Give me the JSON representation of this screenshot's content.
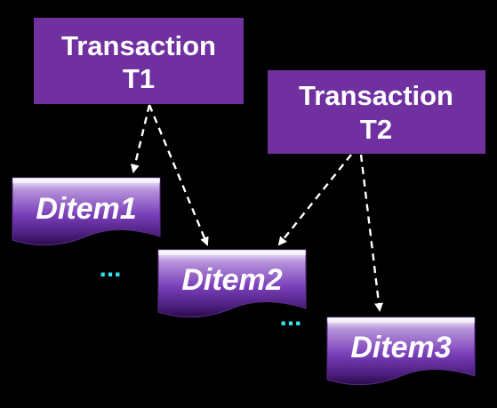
{
  "colors": {
    "background": "#000000",
    "transaction_fill": "#7030a0",
    "item_fill_top": "#ffffff",
    "item_fill_mid": "#7a3fb8",
    "item_fill_bottom": "#2a0b4a",
    "text": "#ffffff",
    "arrow": "#ffffff",
    "ellipsis": "#33e6f2"
  },
  "transactions": [
    {
      "id": "t1",
      "line1": "Transaction",
      "line2": "T1"
    },
    {
      "id": "t2",
      "line1": "Transaction",
      "line2": "T2"
    }
  ],
  "items": [
    {
      "id": "ditem1",
      "label": "Ditem1"
    },
    {
      "id": "ditem2",
      "label": "Ditem2"
    },
    {
      "id": "ditem3",
      "label": "Ditem3"
    }
  ],
  "edges": [
    {
      "from": "t1",
      "to": "ditem1"
    },
    {
      "from": "t1",
      "to": "ditem2"
    },
    {
      "from": "t2",
      "to": "ditem2"
    },
    {
      "from": "t2",
      "to": "ditem3"
    }
  ],
  "ellipses": [
    "...",
    "..."
  ]
}
